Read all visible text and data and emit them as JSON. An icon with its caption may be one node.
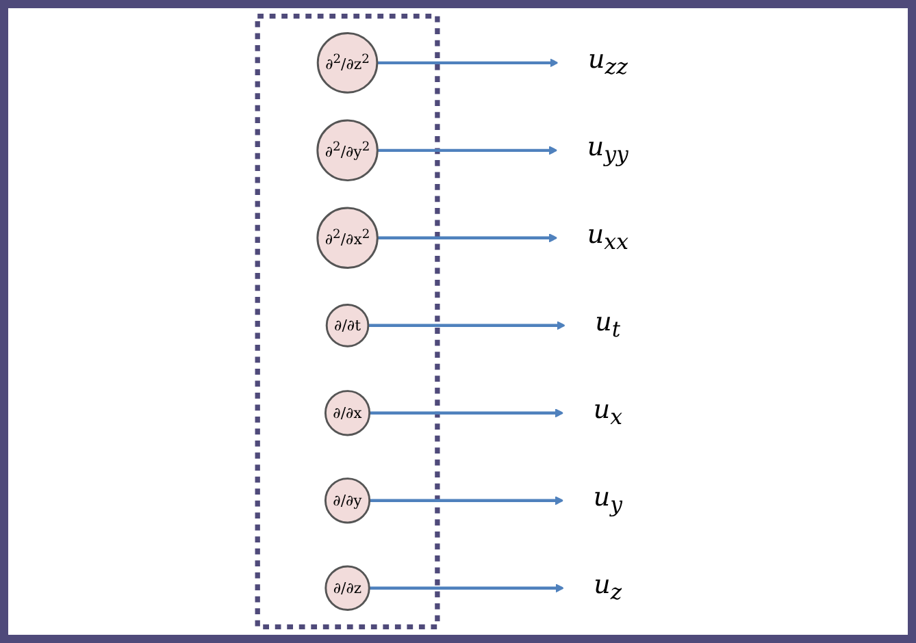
{
  "diagram": {
    "nodes": [
      {
        "text": [],
        "shape": "box"
      },
      {
        "text": [
          "∂$^{2}$/∂z$^{2}$"
        ],
        "in": 0
      },
      {
        "text": [
          "∂$^{2}$/∂y$^{2}$"
        ],
        "in": 0
      },
      {
        "text": [
          "∂$^{2}$/∂x$^{2}$"
        ],
        "in": 0
      },
      {
        "text": [
          "∂/∂t"
        ],
        "in": 0
      },
      {
        "text": [
          "∂/∂x"
        ],
        "in": 0
      },
      {
        "text": [
          "∂/∂y"
        ],
        "in": 0
      },
      {
        "text": [
          "∂/∂z"
        ],
        "in": 0
      },
      {
        "text": [
          "u$_{t}$"
        ]
      },
      {
        "text": [
          "u$_{x}$"
        ]
      },
      {
        "text": [
          "u$_{y}$"
        ]
      },
      {
        "text": [
          "u$_{z}$"
        ]
      },
      {
        "text": [
          "u$_{xx}$"
        ]
      },
      {
        "text": [
          "u$_{yy}$"
        ]
      },
      {
        "text": [
          "u$_{zz}$"
        ]
      }
    ],
    "edges": [
      {
        "from": 1,
        "to": 14,
        "arrow": "to"
      },
      {
        "from": 2,
        "to": 13,
        "arrow": "to"
      },
      {
        "from": 3,
        "to": 12,
        "arrow": "to"
      },
      {
        "from": 4,
        "to": 8,
        "arrow": "to"
      },
      {
        "from": 5,
        "to": 9,
        "arrow": "to"
      },
      {
        "from": 6,
        "to": 10,
        "arrow": "to"
      },
      {
        "from": 7,
        "to": 11,
        "arrow": "to"
      }
    ]
  }
}
